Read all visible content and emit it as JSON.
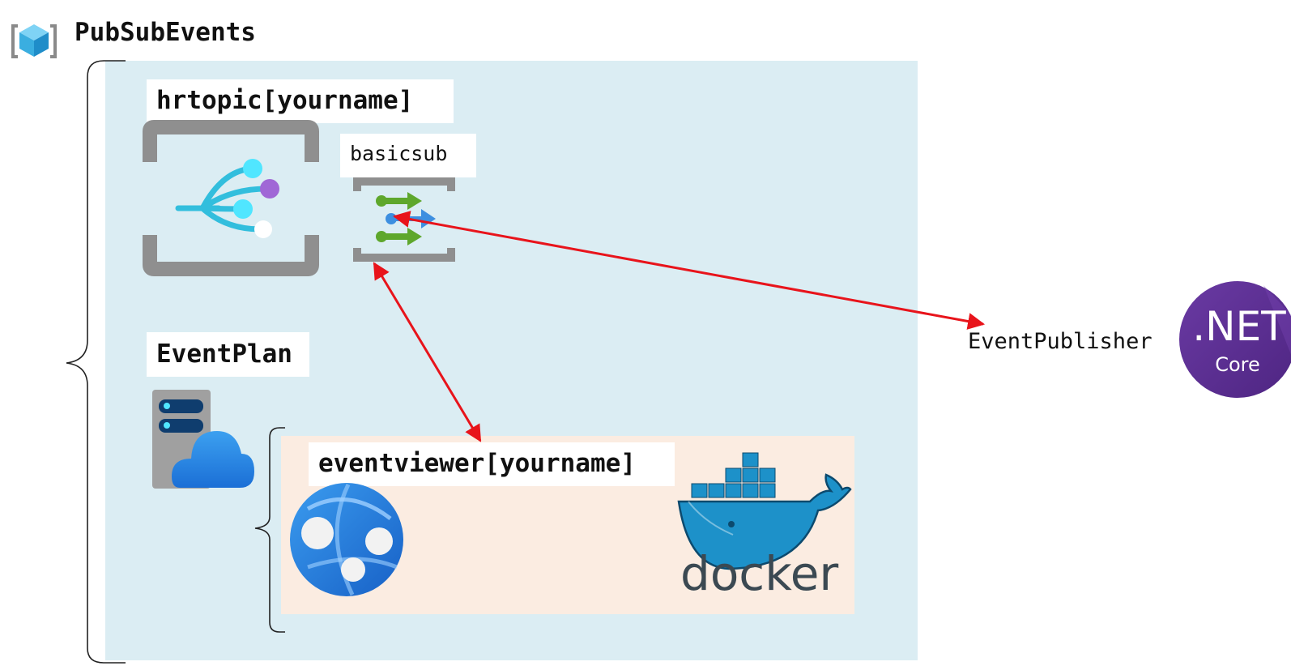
{
  "title": "PubSubEvents",
  "topic": {
    "label": "hrtopic[yourname]"
  },
  "subscription": {
    "label": "basicsub"
  },
  "plan": {
    "label": "EventPlan"
  },
  "webapp": {
    "label": "eventviewer[yourname]"
  },
  "publisher": {
    "label": "EventPublisher"
  },
  "dotnet_logo": {
    "line1": ".NET",
    "line2": "Core"
  },
  "docker_logo": {
    "text": "docker"
  },
  "colors": {
    "resource_group_bg": "#dbedf3",
    "app_bg": "#fbece1",
    "arrow": "#e8141b",
    "dotnet_purple": "#5c2d91",
    "docker_blue": "#1d91c9"
  }
}
